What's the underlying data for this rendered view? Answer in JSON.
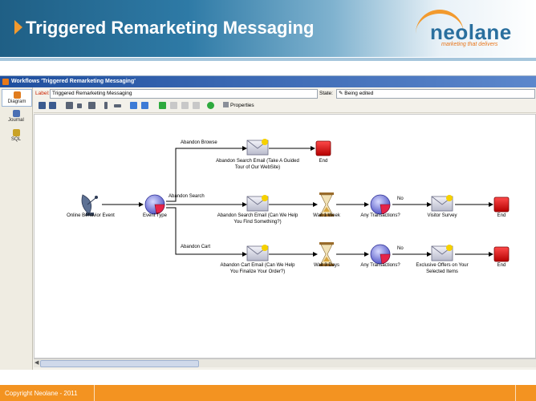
{
  "slide": {
    "title": "Triggered Remarketing Messaging",
    "logo_text": "neolane",
    "logo_tagline": "marketing that delivers",
    "footer": "Copyright Neolane - 2011"
  },
  "window": {
    "title": "Workflows 'Triggered Remarketing Messaging'",
    "label_caption": "Label:",
    "label_value": "Triggered Remarketing Messaging",
    "state_caption": "State:",
    "state_value": "Being edited",
    "properties_label": "Properties"
  },
  "sidebar": {
    "items": [
      {
        "label": "Diagram"
      },
      {
        "label": "Journal"
      },
      {
        "label": "SQL"
      }
    ]
  },
  "workflow": {
    "edges": {
      "browse": "Abandon Browse",
      "search": "Abandon Search",
      "cart": "Abandon Cart",
      "no1": "No",
      "no2": "No"
    },
    "nodes": {
      "start": "Online Behavior Event",
      "event_type": "Event Type",
      "email_browse": "Abandon Search Email (Take A Guided Tour of Our WebSite)",
      "end_browse": "End",
      "email_search": "Abandon Search Email (Can We Help You Find Something?)",
      "wait_week": "Wait 1 Week",
      "tx1": "Any Transactions?",
      "survey": "Visitor Survey",
      "end_search": "End",
      "email_cart": "Abandon Cart Email (Can We Help You Finalize Your Order?)",
      "wait_days": "Wait 3 Days",
      "tx2": "Any Transactions?",
      "offers": "Exclusive Offers on Your Selected Items",
      "end_cart": "End"
    }
  },
  "colors": {
    "accent_orange": "#f39321",
    "banner_blue": "#1f5f85",
    "end_red": "#d9141b"
  }
}
